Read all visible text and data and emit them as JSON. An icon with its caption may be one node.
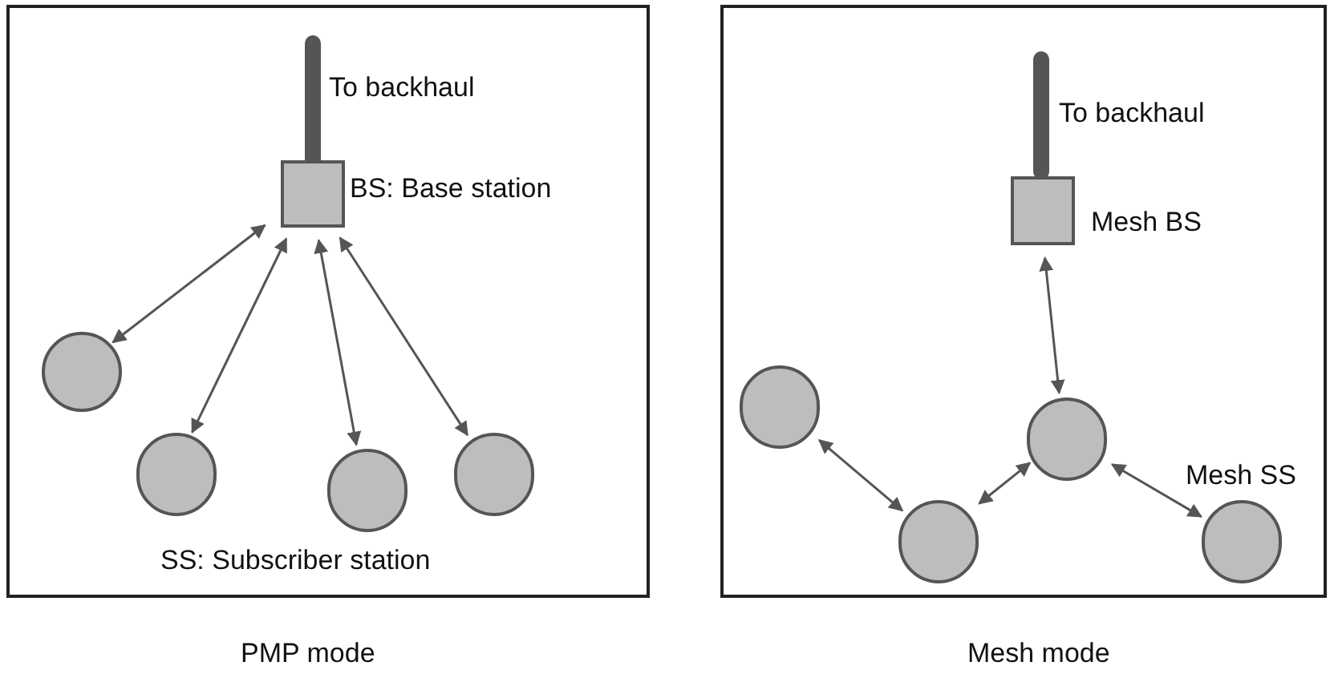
{
  "diagram": {
    "nodes": [
      {
        "text": [],
        "shape": "box",
        "beside": [
          "PMP mode"
        ]
      },
      {
        "text": [],
        "shape": "box",
        "in": 0,
        "beside": [
          "BS: Base station"
        ]
      },
      {
        "text": [],
        "shape": "circle",
        "in": 0
      },
      {
        "text": [],
        "shape": "circle",
        "in": 0
      },
      {
        "text": [],
        "shape": "circle",
        "in": 0
      },
      {
        "text": [],
        "shape": "circle",
        "in": 0
      },
      {
        "text": [],
        "shape": "box",
        "beside": [
          "Mesh mode"
        ]
      },
      {
        "text": [],
        "shape": "box",
        "in": 6,
        "beside": [
          "Mesh BS"
        ]
      },
      {
        "text": [],
        "shape": "circle",
        "in": 6
      },
      {
        "text": [],
        "shape": "circle",
        "in": 6
      },
      {
        "text": [],
        "shape": "circle",
        "in": 6
      },
      {
        "text": [],
        "shape": "circle",
        "in": 6,
        "beside": [
          "Mesh SS"
        ]
      }
    ],
    "edges": [
      {
        "from": 1,
        "to": 2,
        "arrow": "both"
      },
      {
        "from": 1,
        "to": 3,
        "arrow": "both"
      },
      {
        "from": 1,
        "to": 4,
        "arrow": "both"
      },
      {
        "from": 1,
        "to": 5,
        "arrow": "both"
      },
      {
        "from": 7,
        "to": 10,
        "arrow": "both"
      },
      {
        "from": 8,
        "to": 9,
        "arrow": "both"
      },
      {
        "from": 9,
        "to": 10,
        "arrow": "both"
      },
      {
        "from": 10,
        "to": 11,
        "arrow": "both"
      }
    ],
    "labels": [
      "To backhaul",
      "SS: Subscriber station",
      "To backhaul"
    ]
  }
}
